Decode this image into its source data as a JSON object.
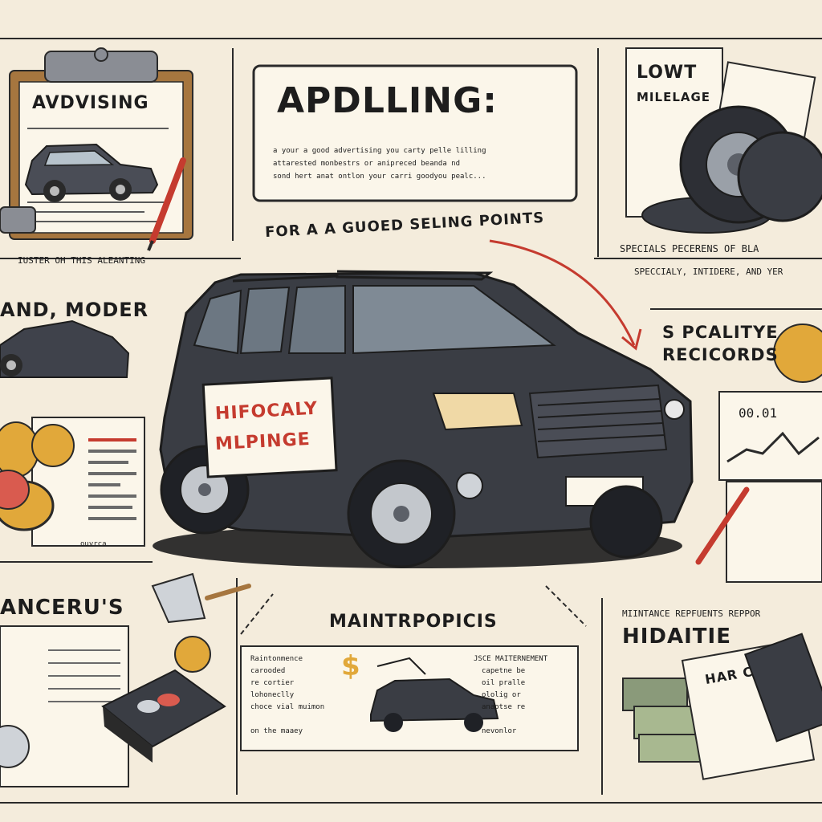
{
  "panels": {
    "advertising": {
      "title": "AVDVISING",
      "caption": "IUSTER OH THIS ALEANTING"
    },
    "headline": {
      "title": "APDLLING:",
      "line1": "a your a good advertising you carty pelle lilling",
      "line2": "attarested monbestrs or anipreced beanda nd",
      "line3": "sond hert anat ontlon your carri goodyou pealc..."
    },
    "mileage": {
      "title_line1": "LOWT",
      "title_line2": "MILELAGE"
    },
    "selling_points": {
      "banner": "FOR A A GUOED SELING POINTS"
    },
    "special": {
      "line1": "SPECIALS PECERENS OF BLA",
      "line2": "SPECCIALY, INTIDERE, AND YER"
    },
    "brand": {
      "title": "AND, MODER"
    },
    "records": {
      "title_line1": "S PCALITYE",
      "title_line2": "RECICORDS",
      "chart_label": "00.01"
    },
    "car_sign": {
      "line1": "HIFOCALY",
      "line2": "MLPINGE"
    },
    "finance": {
      "title": "ANCERU'S",
      "coin_note": "ouvrca"
    },
    "maintenance": {
      "title": "MAINTRPOPICIS",
      "left_lines": [
        "Raintonmence",
        "carooded",
        "re cortier",
        "lohoneclly",
        "choce vial muimon",
        "on the maaey"
      ],
      "right_lines": [
        "JSCE MAITERNEMENT",
        "capetne be",
        "oil pralle",
        "ololig or",
        "anaotse re",
        "nevonlor"
      ]
    },
    "history": {
      "header": "MIINTANCE REPFUENTS REPPOR",
      "title": "HIDAITIE",
      "doc_label": "HAR C"
    }
  },
  "icons": {
    "dollar": "$"
  },
  "colors": {
    "background": "#f4ecdc",
    "ink": "#1d1d1d",
    "car_body": "#3a3d44",
    "gold": "#e1a83a",
    "red": "#c53b2f"
  }
}
